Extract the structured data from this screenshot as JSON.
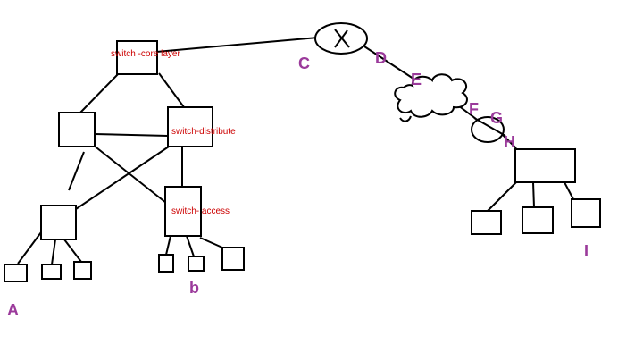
{
  "diagram": {
    "device_labels": {
      "core": "switch -core layer",
      "distribute": "switch-distribute",
      "access": "switch- access"
    },
    "point_labels": {
      "a": "A",
      "b": "b",
      "c": "C",
      "d": "D",
      "e": "E",
      "f": "F",
      "g": "G",
      "h": "H",
      "i": "I"
    }
  }
}
